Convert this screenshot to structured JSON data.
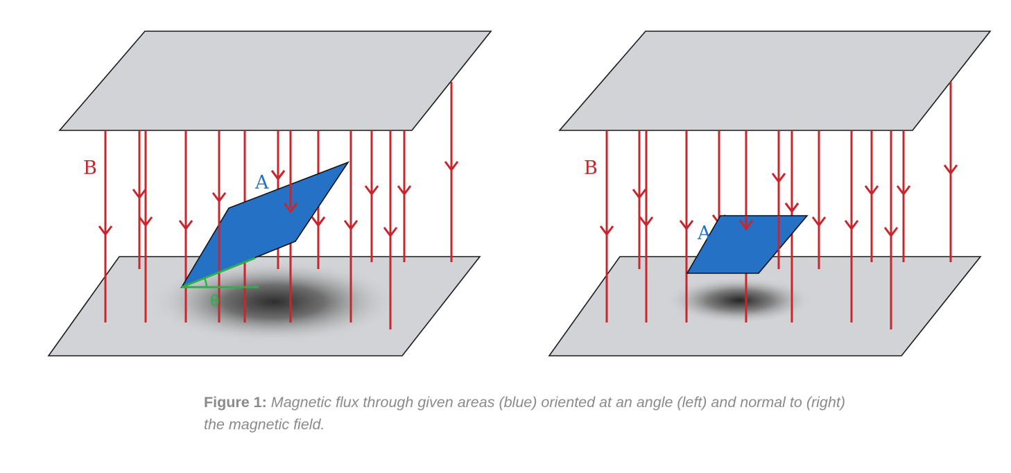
{
  "colors": {
    "plate": "#d1d3d6",
    "plate_stroke": "#1a1a1a",
    "field_line": "#c9252c",
    "area": "#2571c6",
    "angle": "#2db04b",
    "caption": "#8a8a8a"
  },
  "left_panel": {
    "field_label": "B",
    "area_label": "A",
    "angle_label": "θ"
  },
  "right_panel": {
    "field_label": "B",
    "area_label": "A"
  },
  "caption": {
    "label": "Figure 1:",
    "text": "Magnetic flux through given areas (blue) oriented at an angle (left) and normal to (right) the magnetic field."
  }
}
